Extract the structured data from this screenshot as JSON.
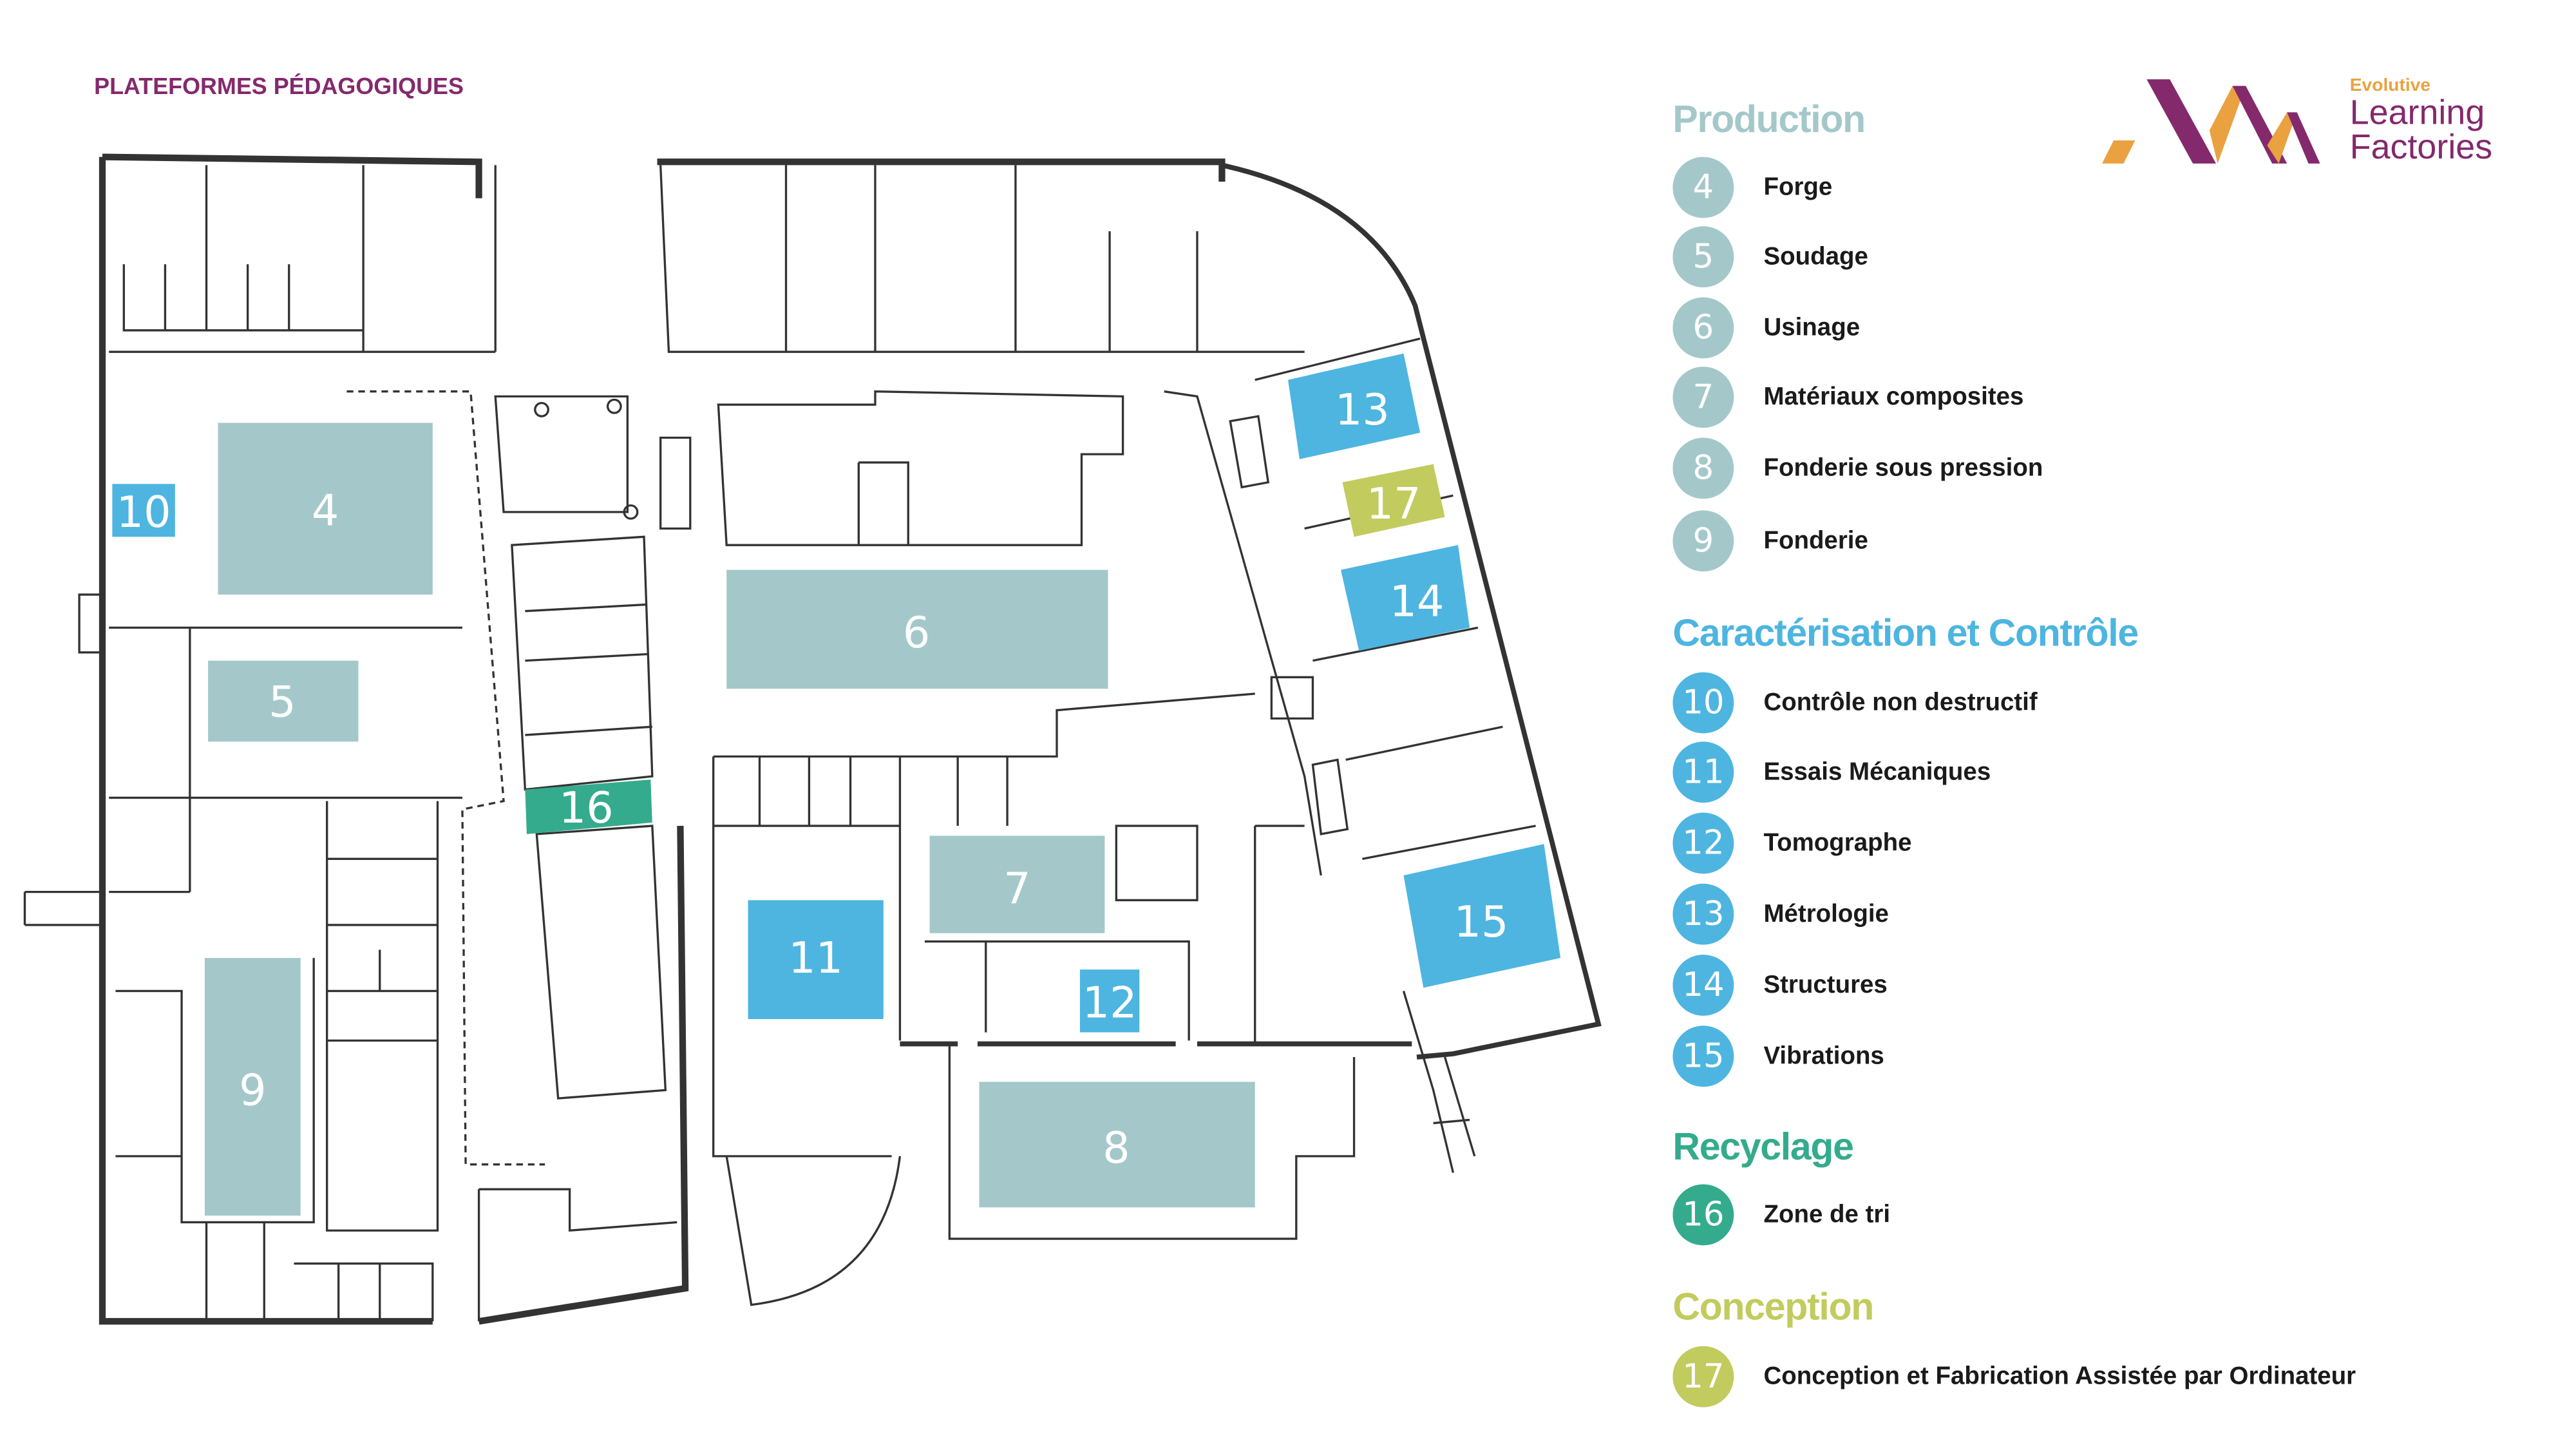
{
  "title": "PLATEFORMES PÉDAGOGIQUES",
  "logo": {
    "line1": "Evolutive",
    "line2": "Learning",
    "line3": "Factories"
  },
  "colors": {
    "production": "#a4c8ca",
    "caracterisation": "#4db5e0",
    "recyclage": "#34ab8d",
    "conception": "#c2cb5d",
    "brand_purple": "#84296c",
    "brand_orange": "#e9a23f"
  },
  "zones": {
    "z4": "4",
    "z5": "5",
    "z6": "6",
    "z7": "7",
    "z8": "8",
    "z9": "9",
    "z10": "10",
    "z11": "11",
    "z12": "12",
    "z13": "13",
    "z14": "14",
    "z15": "15",
    "z16": "16",
    "z17": "17"
  },
  "legend": {
    "production": {
      "title": "Production",
      "items": [
        {
          "num": "4",
          "label": "Forge"
        },
        {
          "num": "5",
          "label": "Soudage"
        },
        {
          "num": "6",
          "label": "Usinage"
        },
        {
          "num": "7",
          "label": "Matériaux composites"
        },
        {
          "num": "8",
          "label": "Fonderie sous pression"
        },
        {
          "num": "9",
          "label": "Fonderie"
        }
      ]
    },
    "caracterisation": {
      "title": "Caractérisation et Contrôle",
      "items": [
        {
          "num": "10",
          "label": "Contrôle non destructif"
        },
        {
          "num": "11",
          "label": "Essais Mécaniques"
        },
        {
          "num": "12",
          "label": "Tomographe"
        },
        {
          "num": "13",
          "label": "Métrologie"
        },
        {
          "num": "14",
          "label": "Structures"
        },
        {
          "num": "15",
          "label": "Vibrations"
        }
      ]
    },
    "recyclage": {
      "title": "Recyclage",
      "items": [
        {
          "num": "16",
          "label": "Zone de tri"
        }
      ]
    },
    "conception": {
      "title": "Conception",
      "items": [
        {
          "num": "17",
          "label": "Conception et Fabrication Assistée par Ordinateur"
        }
      ]
    }
  }
}
